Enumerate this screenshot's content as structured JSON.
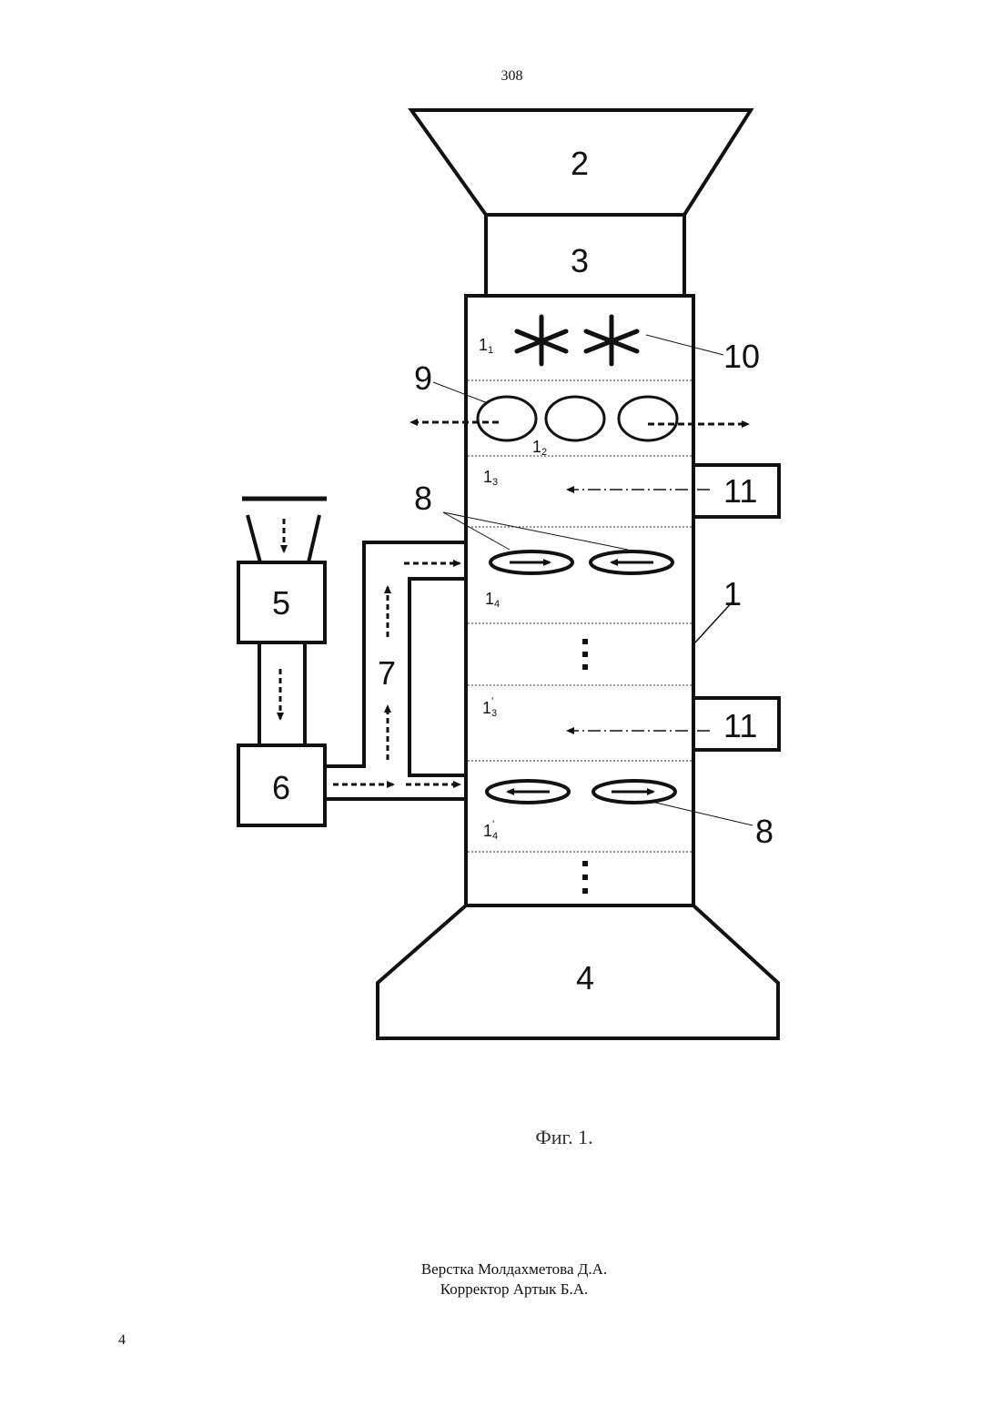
{
  "header": {
    "page_number": "308"
  },
  "figure": {
    "labels": {
      "hopper_top": "2",
      "feeder": "3",
      "hopper_bottom": "4",
      "unit5": "5",
      "unit6": "6",
      "duct": "7",
      "label8_top": "8",
      "label8_bottom": "8",
      "label9": "9",
      "label10": "10",
      "label11_top": "11",
      "label11_bottom": "11",
      "label1": "1"
    },
    "zones": {
      "z1_main": "1",
      "z1_sub": "1",
      "z2_main": "1",
      "z2_sub": "2",
      "z3_main": "1",
      "z3_sub": "3",
      "z4_main": "1",
      "z4_sub": "4",
      "z3p_main": "1",
      "z3p_sub": "3",
      "z3p_prime": "'",
      "z4p_main": "1",
      "z4p_sub": "4",
      "z4p_prime": "'"
    },
    "caption": "Фиг. 1."
  },
  "footer": {
    "layout_credit": "Верстка Молдахметова Д.А.",
    "proof_credit": "Корректор Артык Б.А.",
    "page_number": "4"
  }
}
